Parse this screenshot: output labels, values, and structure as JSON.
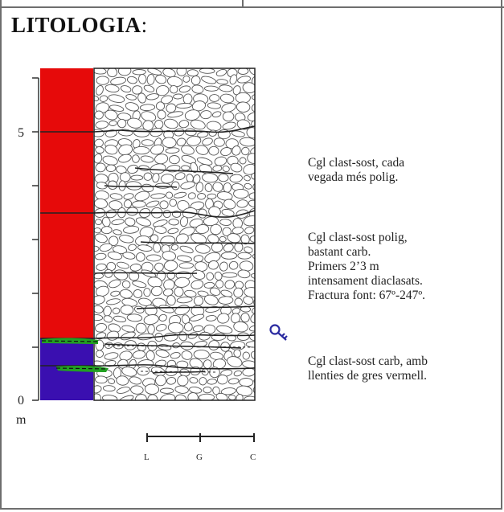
{
  "title": "LITOLOGIA",
  "title_colon": ":",
  "scale": {
    "labels": [
      "5",
      "0"
    ],
    "unit": "m"
  },
  "grain_scale": {
    "labels": [
      "L",
      "G",
      "C"
    ]
  },
  "colors": {
    "red": "#e60a0a",
    "blue": "#3a0fb0",
    "green": "#22a022"
  },
  "descriptions": [
    "Cgl clast-sost, cada\nvegada més polig.",
    "Cgl clast-sost polig,\nbastant carb.\nPrimers 2’3 m\nintensament diaclasats.\nFractura font: 67º-247º.",
    "Cgl clast-sost carb, amb\nllenties de gres vermell."
  ],
  "fossil_icon": "key-shaped-fossil-symbol"
}
